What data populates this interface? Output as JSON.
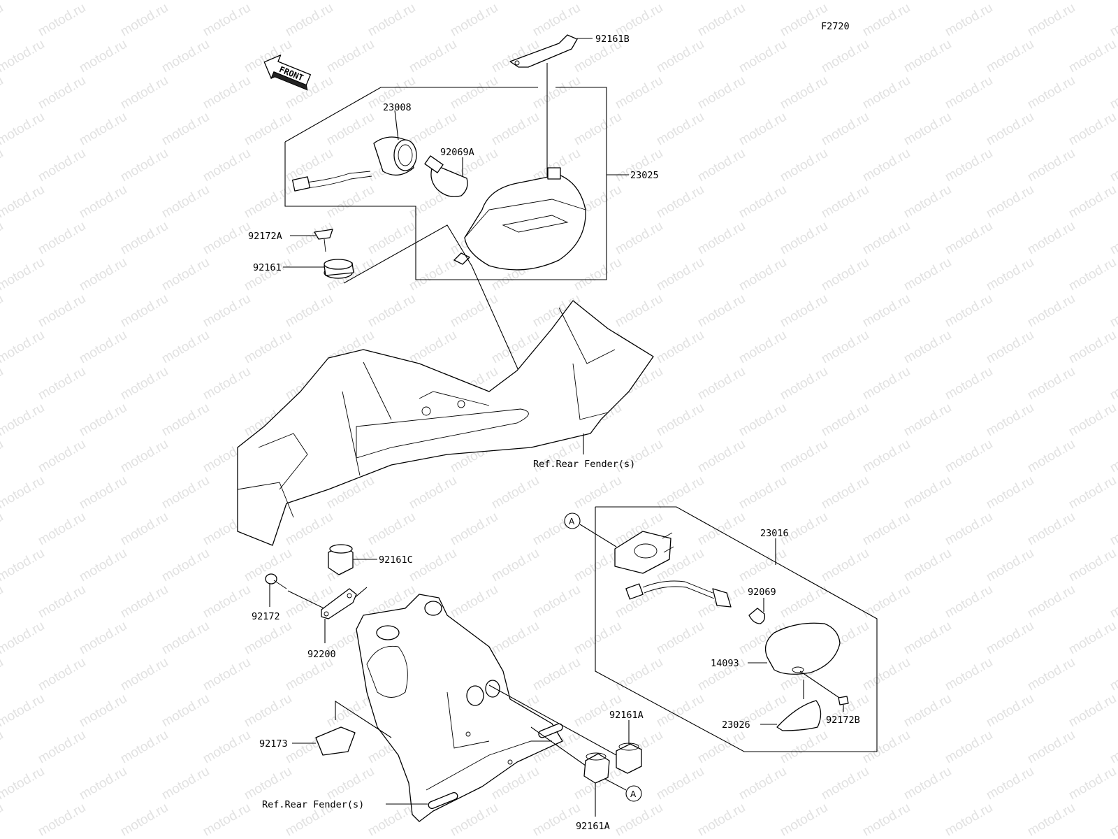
{
  "figure_code": "F2720",
  "watermark_text": "motod.ru",
  "front_arrow_label": "FRONT",
  "ref_labels": {
    "upper": "Ref.Rear Fender(s)",
    "lower": "Ref.Rear Fender(s)"
  },
  "callout_letter": "A",
  "parts": {
    "p92161B": "92161B",
    "p23008": "23008",
    "p92069A": "92069A",
    "p23025": "23025",
    "p92172A": "92172A",
    "p92161": "92161",
    "p23016": "23016",
    "p92069": "92069",
    "p14093": "14093",
    "p23026": "23026",
    "p92172B": "92172B",
    "p92161C": "92161C",
    "p92172": "92172",
    "p92200": "92200",
    "p92173": "92173",
    "p92161A_top": "92161A",
    "p92161A_bottom": "92161A"
  }
}
